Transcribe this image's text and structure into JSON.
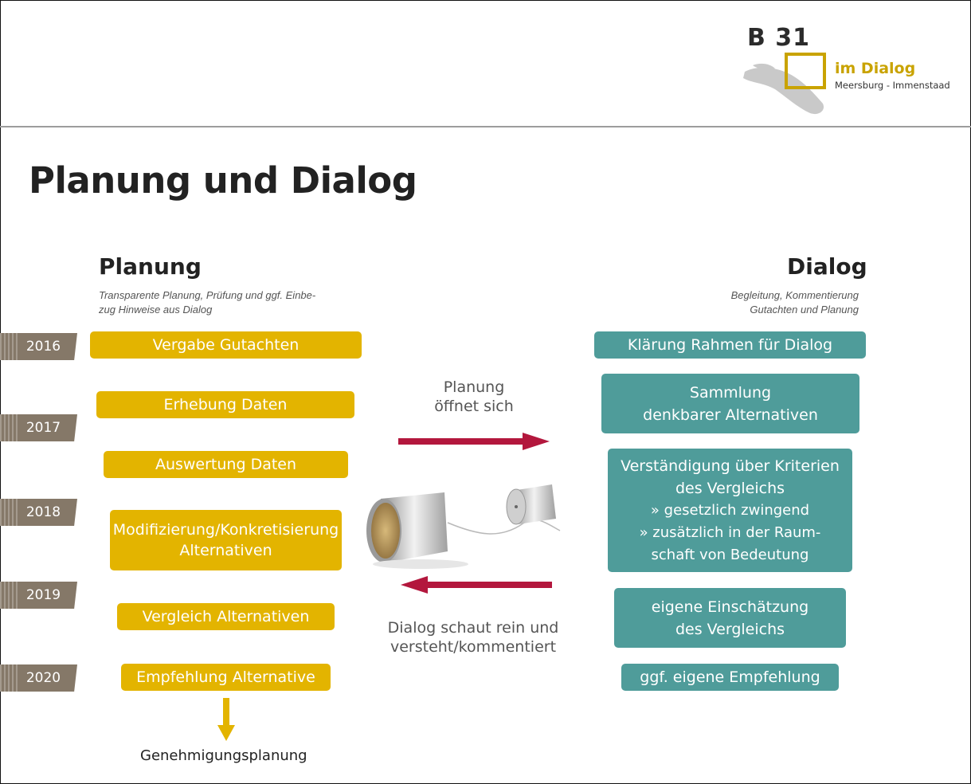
{
  "logo": {
    "name": "B 31",
    "dialog": "im Dialog",
    "place": "Meersburg - Immenstaad"
  },
  "page_title": "Planung und Dialog",
  "planning": {
    "heading": "Planung",
    "sub_line1": "Transparente Planung, Prüfung und  ggf. Einbe-",
    "sub_line2": "zug Hinweise aus Dialog",
    "steps": [
      "Vergabe Gutachten",
      "Erhebung Daten",
      "Auswertung Daten",
      "Modifizierung/Konkretisierung",
      "Alternativen",
      "Vergleich Alternativen",
      "Empfehlung Alternative"
    ],
    "result": "Genehmigungsplanung"
  },
  "dialog": {
    "heading": "Dialog",
    "sub_line1": "Begleitung, Kommentierung",
    "sub_line2": "Gutachten und Planung",
    "steps": {
      "s1": "Klärung Rahmen für Dialog",
      "s2a": "Sammlung",
      "s2b": "denkbarer Alternativen",
      "s3a": "Verständigung über Kriterien",
      "s3b": "des Vergleichs",
      "s3c": "» gesetzlich zwingend",
      "s3d": "» zusätzlich in der Raum-",
      "s3e": "schaft von Bedeutung",
      "s4a": "eigene Einschätzung",
      "s4b": "des Vergleichs",
      "s5": "ggf. eigene Empfehlung"
    }
  },
  "years": [
    "2016",
    "2017",
    "2018",
    "2019",
    "2020"
  ],
  "middle": {
    "top_line1": "Planung",
    "top_line2": "öffnet sich",
    "bottom_line1": "Dialog schaut rein und",
    "bottom_line2": "versteht/kommentiert"
  },
  "colors": {
    "gold": "#e3b400",
    "teal": "#4f9c9a",
    "year_tag": "#857868",
    "arrow": "#b3173d"
  }
}
